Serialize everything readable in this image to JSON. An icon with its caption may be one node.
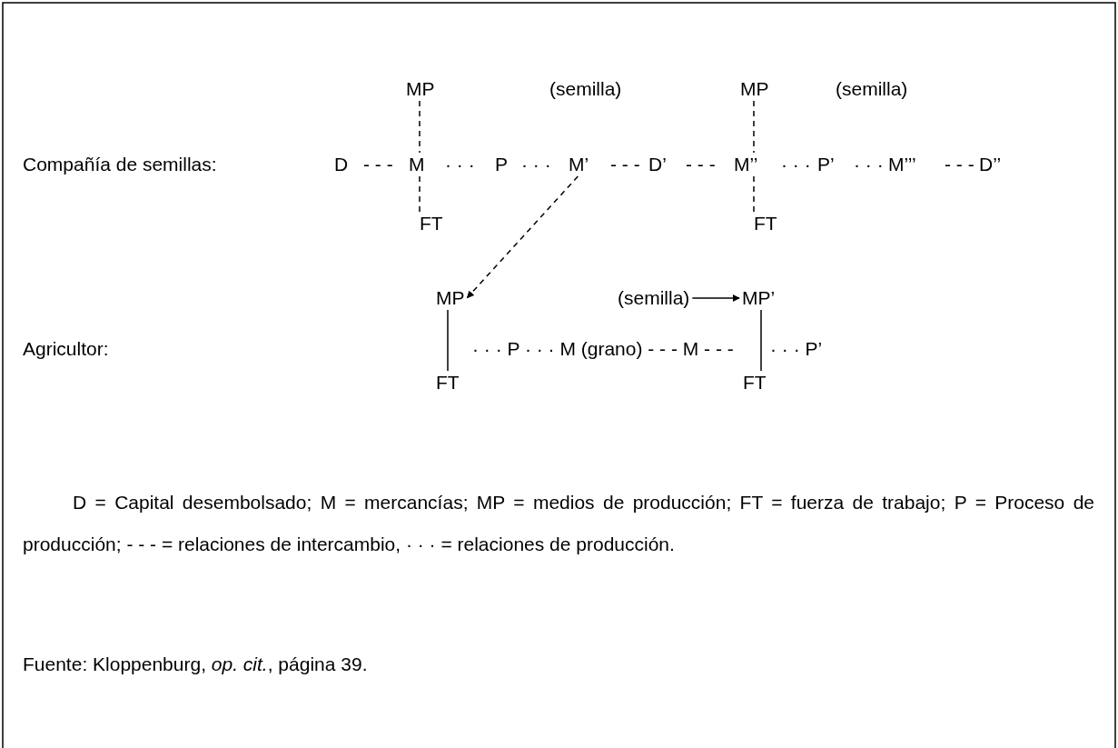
{
  "diagram": {
    "nodes": [
      {
        "text": [
          "MP"
        ]
      },
      {
        "text": [
          "M"
        ]
      },
      {
        "text": [
          "FT"
        ]
      },
      {
        "text": [
          "M’"
        ]
      },
      {
        "text": [
          "MP"
        ]
      },
      {
        "text": [
          "M’’"
        ]
      },
      {
        "text": [
          "FT"
        ]
      },
      {
        "text": [
          "MP"
        ]
      },
      {
        "text": [
          "(semilla)"
        ]
      },
      {
        "text": [
          "MP’"
        ]
      },
      {
        "text": [
          "FT"
        ]
      },
      {
        "text": [
          "FT"
        ]
      }
    ],
    "edges": [
      {
        "from": 0,
        "to": 1,
        "arrow": "none",
        "style": "dashed"
      },
      {
        "from": 1,
        "to": 2,
        "arrow": "none",
        "style": "dashed"
      },
      {
        "from": 3,
        "to": 7,
        "arrow": "to",
        "style": "dashed"
      },
      {
        "from": 4,
        "to": 5,
        "arrow": "none",
        "style": "dashed"
      },
      {
        "from": 5,
        "to": 6,
        "arrow": "none",
        "style": "dashed"
      },
      {
        "from": 8,
        "to": 9,
        "arrow": "to"
      },
      {
        "from": 7,
        "to": 10,
        "arrow": "none"
      },
      {
        "from": 9,
        "to": 11,
        "arrow": "none"
      }
    ],
    "labels": [
      "(semilla)",
      "(semilla)",
      "Compañía de semillas:",
      "D",
      "- - -",
      "· · ·",
      "P",
      "· · ·",
      "- - -",
      "D’",
      "- - -",
      "· · ·",
      "P’",
      "· · ·",
      "M’’’",
      "- - -",
      "D’’",
      "Agricultor:",
      "· · · P · · · M (grano) - - - M - - -",
      "· · · P’",
      "D = Capital desembolsado; M = mercancías; MP = medios de producción; FT = fuerza de trabajo; P = Proceso de producción; - - - = relaciones de intercambio, · · · = relaciones de producción.",
      "Fuente: Kloppenburg, *op. cit.*, página 39."
    ]
  }
}
